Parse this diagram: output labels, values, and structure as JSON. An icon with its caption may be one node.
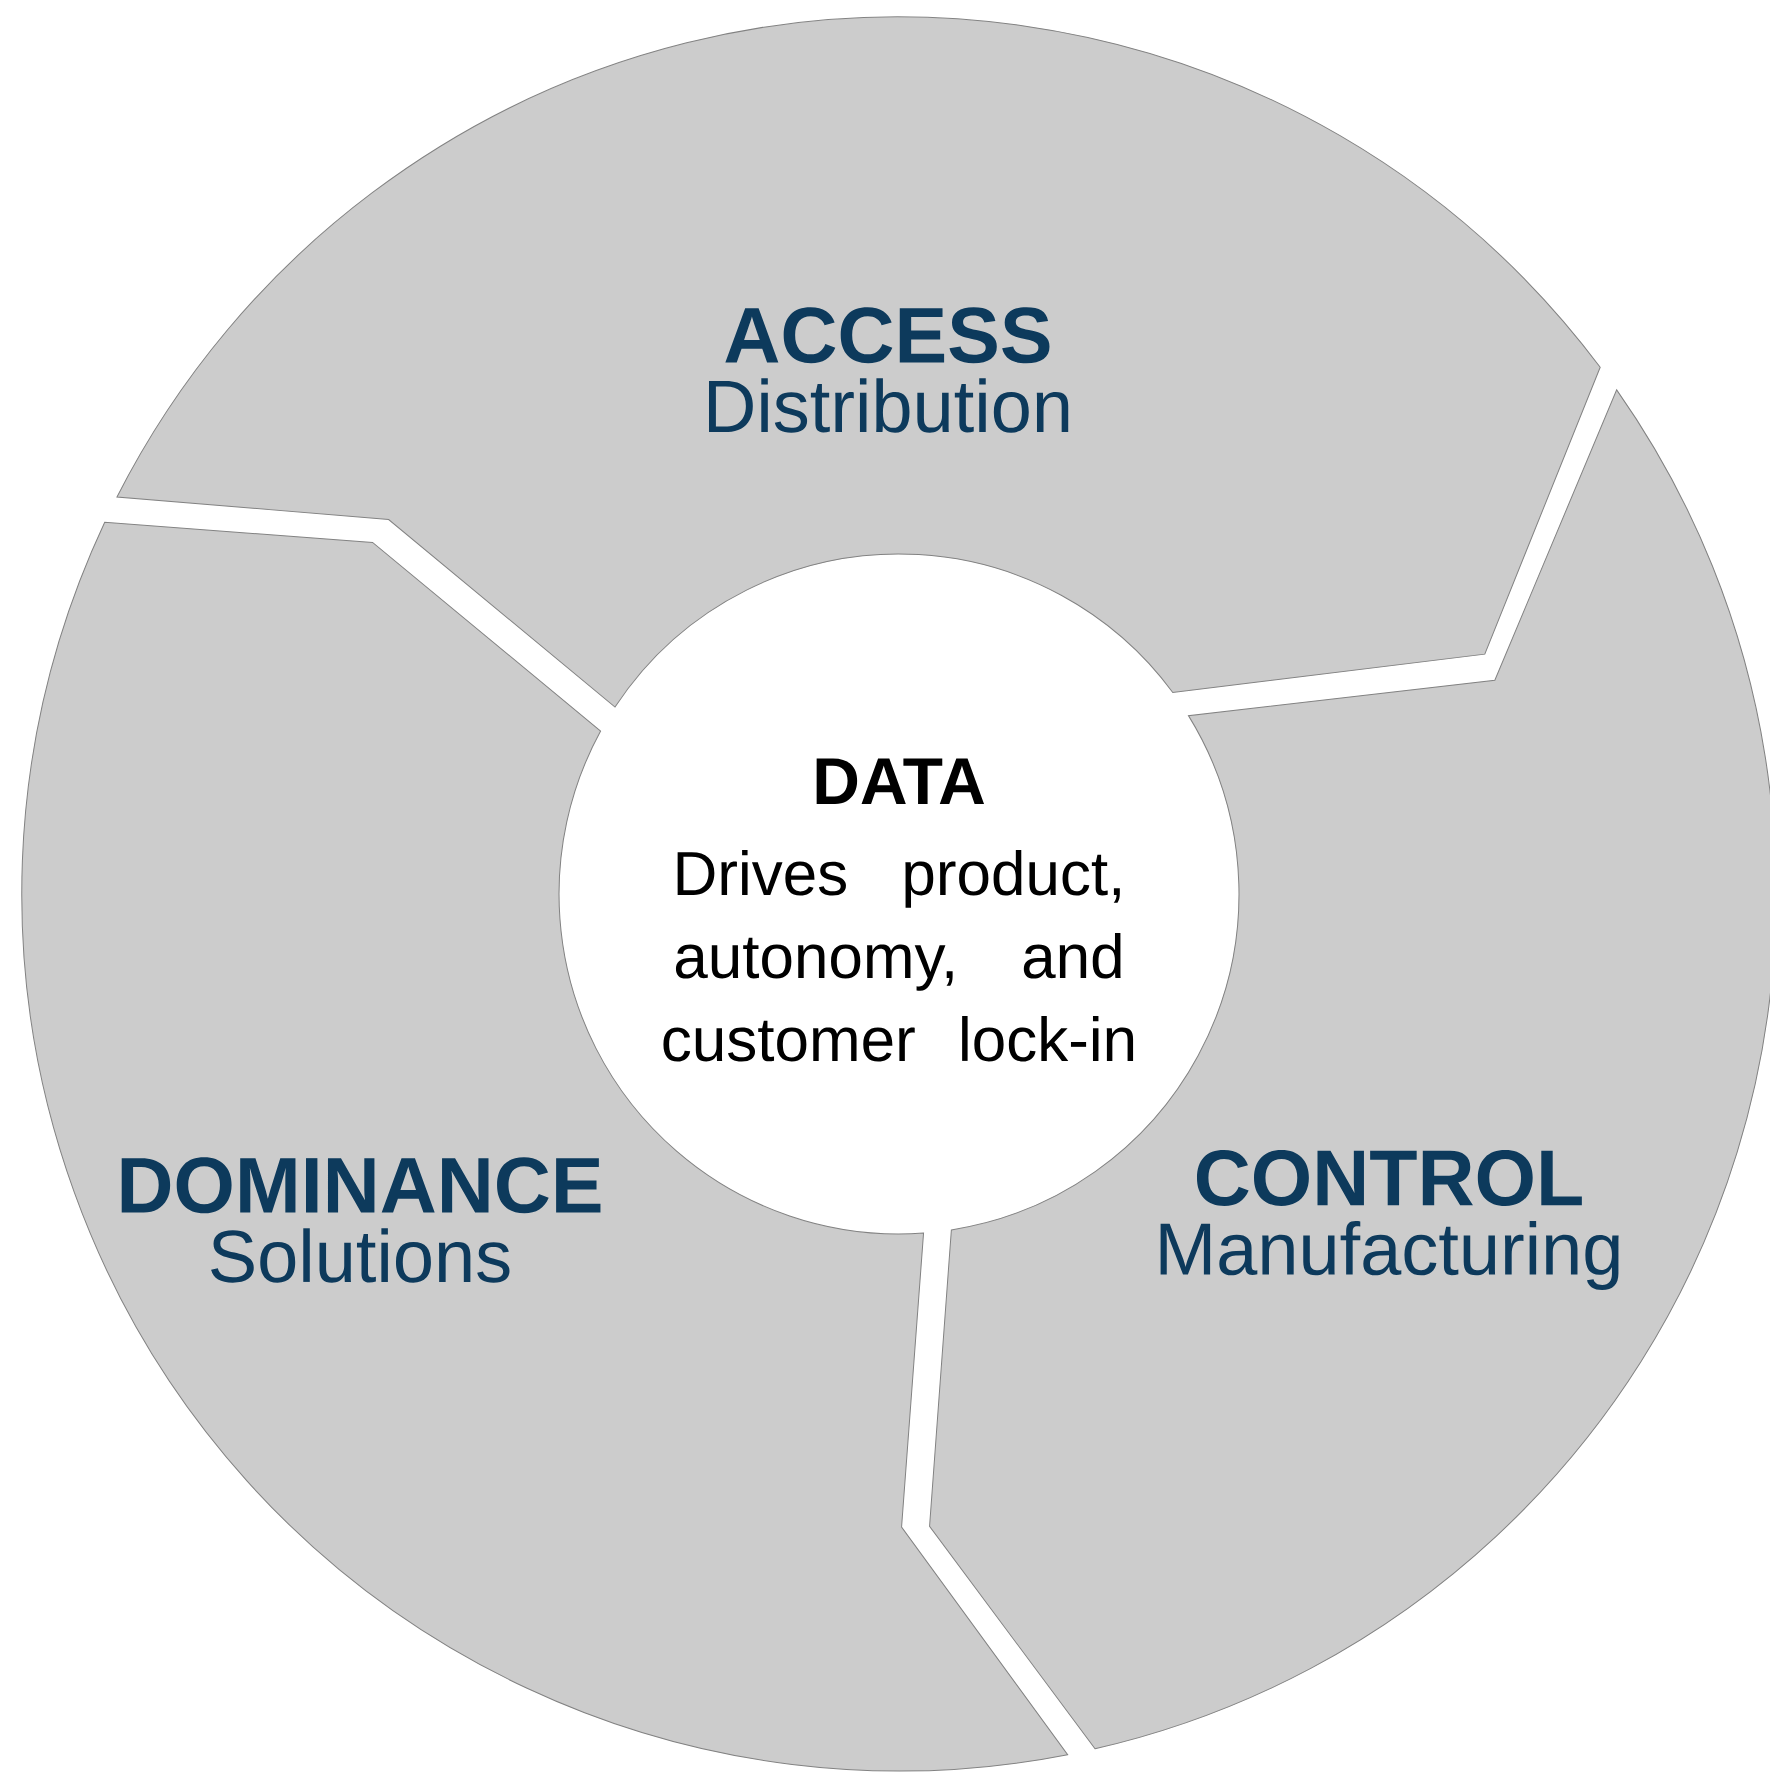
{
  "diagram": {
    "nodes": [
      {
        "text": [
          "ACCESS",
          "Distribution"
        ]
      },
      {
        "text": [
          "DATA",
          "Drives product, autonomy, and customer lock-in"
        ]
      },
      {
        "text": [
          "DOMINANCE",
          "Solutions"
        ]
      },
      {
        "text": [
          "CONTROL",
          "Manufacturing"
        ]
      }
    ]
  }
}
